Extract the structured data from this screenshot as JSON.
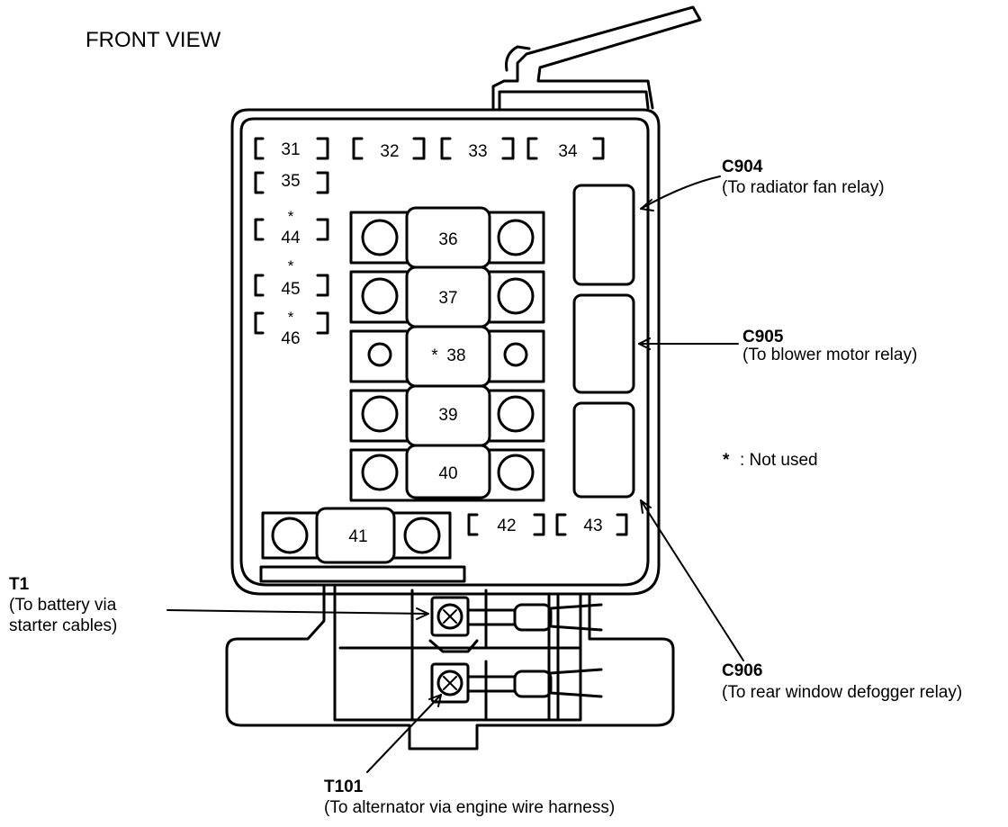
{
  "title": "FRONT VIEW",
  "fuses": {
    "f31": "31",
    "f32": "32",
    "f33": "33",
    "f34": "34",
    "f35": "35",
    "f36": "36",
    "f37": "37",
    "f38": "38",
    "f39": "39",
    "f40": "40",
    "f41": "41",
    "f42": "42",
    "f43": "43",
    "f44": "44",
    "f45": "45",
    "f46": "46"
  },
  "unused_mark": "*",
  "connectors": {
    "c904": {
      "name": "C904",
      "desc": "(To radiator fan relay)"
    },
    "c905": {
      "name": "C905",
      "desc": "(To blower motor relay)"
    },
    "c906": {
      "name": "C906",
      "desc": "(To rear window defogger relay)"
    }
  },
  "terminals": {
    "t1": {
      "name": "T1",
      "desc_line1": "(To battery via",
      "desc_line2": "starter cables)"
    },
    "t101": {
      "name": "T101",
      "desc": "(To alternator via engine wire harness)"
    }
  },
  "legend": {
    "mark": "*",
    "text": ": Not used"
  }
}
